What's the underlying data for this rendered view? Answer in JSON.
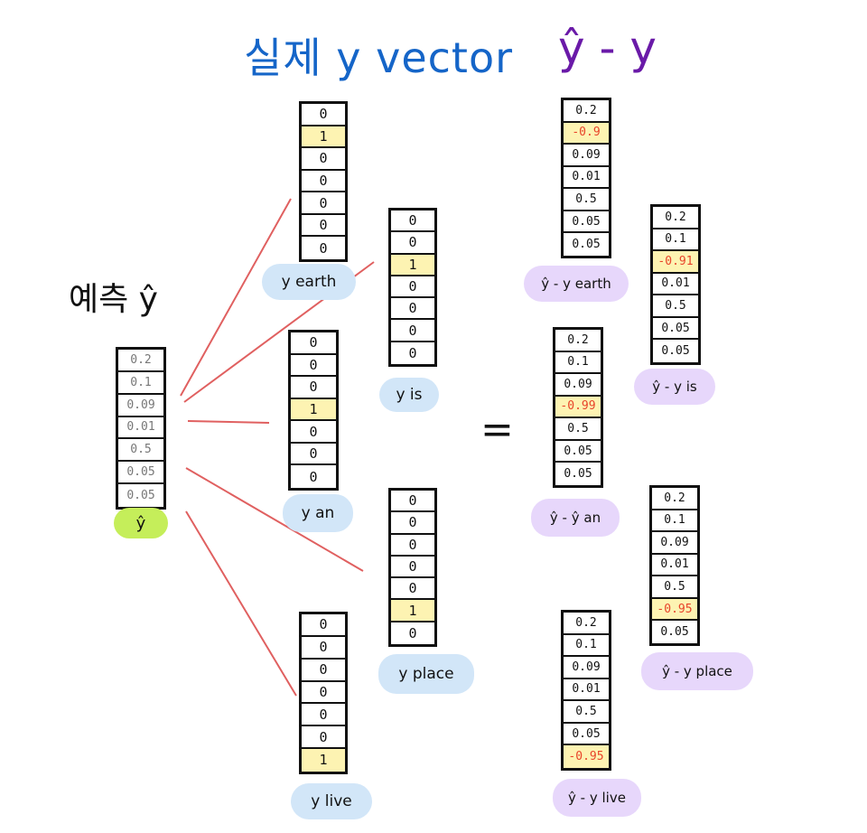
{
  "titles": {
    "actual": "실제 y vector",
    "diff": "ŷ - y",
    "prediction": "예측 ŷ"
  },
  "equals": "=",
  "prediction_vector": {
    "label": "ŷ",
    "values": [
      "0.2",
      "0.1",
      "0.09",
      "0.01",
      "0.5",
      "0.05",
      "0.05"
    ]
  },
  "actual_vectors": [
    {
      "id": "earth",
      "label": "y earth",
      "values": [
        "0",
        "1",
        "0",
        "0",
        "0",
        "0",
        "0"
      ],
      "hot_index": 1
    },
    {
      "id": "is",
      "label": "y is",
      "values": [
        "0",
        "0",
        "1",
        "0",
        "0",
        "0",
        "0"
      ],
      "hot_index": 2
    },
    {
      "id": "an",
      "label": "y an",
      "values": [
        "0",
        "0",
        "0",
        "1",
        "0",
        "0",
        "0"
      ],
      "hot_index": 3
    },
    {
      "id": "place",
      "label": "y place",
      "values": [
        "0",
        "0",
        "0",
        "0",
        "0",
        "1",
        "0"
      ],
      "hot_index": 5
    },
    {
      "id": "live",
      "label": "y live",
      "values": [
        "0",
        "0",
        "0",
        "0",
        "0",
        "0",
        "1"
      ],
      "hot_index": 6
    }
  ],
  "diff_vectors": [
    {
      "id": "earth",
      "label": "ŷ - y earth",
      "values": [
        "0.2",
        "-0.9",
        "0.09",
        "0.01",
        "0.5",
        "0.05",
        "0.05"
      ],
      "hot_index": 1
    },
    {
      "id": "is",
      "label": "ŷ - y is",
      "values": [
        "0.2",
        "0.1",
        "-0.91",
        "0.01",
        "0.5",
        "0.05",
        "0.05"
      ],
      "hot_index": 2
    },
    {
      "id": "an",
      "label": "ŷ - ŷ an",
      "values": [
        "0.2",
        "0.1",
        "0.09",
        "-0.99",
        "0.5",
        "0.05",
        "0.05"
      ],
      "hot_index": 3
    },
    {
      "id": "place",
      "label": "ŷ - y place",
      "values": [
        "0.2",
        "0.1",
        "0.09",
        "0.01",
        "0.5",
        "-0.95",
        "0.05"
      ],
      "hot_index": 5
    },
    {
      "id": "live",
      "label": "ŷ - y live",
      "values": [
        "0.2",
        "0.1",
        "0.09",
        "0.01",
        "0.5",
        "0.05",
        "-0.95"
      ],
      "hot_index": 6
    }
  ],
  "colors": {
    "actual_title": "#1565c8",
    "diff_title": "#6a1aa8",
    "connector_line": "#e06060",
    "highlight": "#fdf3b2",
    "negative_value": "#e8442a",
    "pill_actual": "#d2e6f8",
    "pill_diff": "#e7d7fb",
    "pill_prediction": "#c5ee5a"
  }
}
